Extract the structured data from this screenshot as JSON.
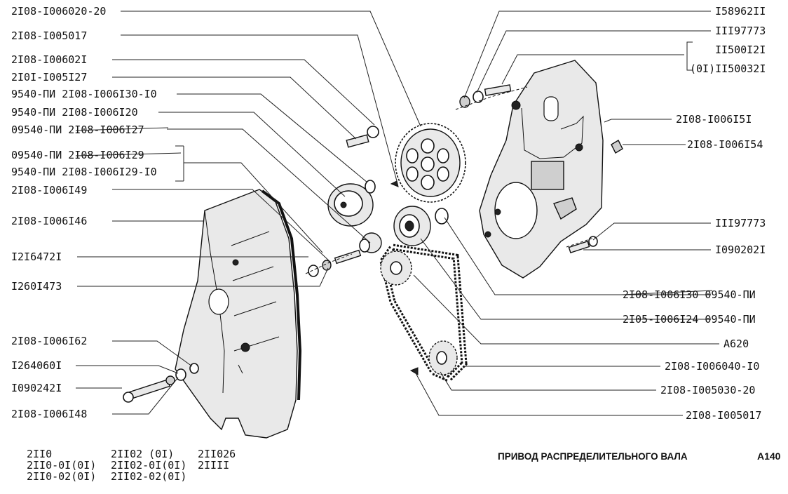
{
  "labels_left": [
    {
      "text": "2I08-I006020-20"
    },
    {
      "text": "2I08-I005017"
    },
    {
      "text": "2I08-I00602I"
    },
    {
      "text": "2I0I-I005I27"
    },
    {
      "text": "9540-ПИ 2I08-I006I30-I0"
    },
    {
      "text": "9540-ПИ 2I08-I006I20"
    },
    {
      "text": "09540-ПИ 2I08-I006I27"
    },
    {
      "text": "09540-ПИ 2I08-I006I29"
    },
    {
      "text": "9540-ПИ  2I08-I006I29-I0"
    },
    {
      "text": "2I08-I006I49"
    },
    {
      "text": "2I08-I006I46"
    },
    {
      "text": "I2I6472I"
    },
    {
      "text": "I260I473"
    },
    {
      "text": "2I08-I006I62"
    },
    {
      "text": "I264060I"
    },
    {
      "text": "I090242I"
    },
    {
      "text": "2I08-I006I48"
    }
  ],
  "labels_right": [
    {
      "text": "I58962II"
    },
    {
      "text": "III97773"
    },
    {
      "text": "II500I2I"
    },
    {
      "text": "(0I)II50032I"
    },
    {
      "text": "2I08-I006I5I"
    },
    {
      "text": "2I08-I006I54"
    },
    {
      "text": "III97773"
    },
    {
      "text": "I090202I"
    },
    {
      "text": "2I08-I006I30 09540-ПИ"
    },
    {
      "text": "2I05-I006I24 09540-ПИ"
    },
    {
      "text": "A620"
    },
    {
      "text": "2I08-I006040-I0"
    },
    {
      "text": "2I08-I005030-20"
    },
    {
      "text": "2I08-I005017"
    }
  ],
  "footer": {
    "models": [
      {
        "text": "2II0"
      },
      {
        "text": "2II0-0I(0I)"
      },
      {
        "text": "2II0-02(0I)"
      },
      {
        "text": "2II02   (0I)"
      },
      {
        "text": "2II02-0I(0I)"
      },
      {
        "text": "2II02-02(0I)"
      },
      {
        "text": "2II026"
      },
      {
        "text": "2IIII"
      }
    ],
    "title": "ПРИВОД РАСПРЕДЕЛИТЕЛЬНОГО ВАЛА",
    "code": "A140"
  }
}
